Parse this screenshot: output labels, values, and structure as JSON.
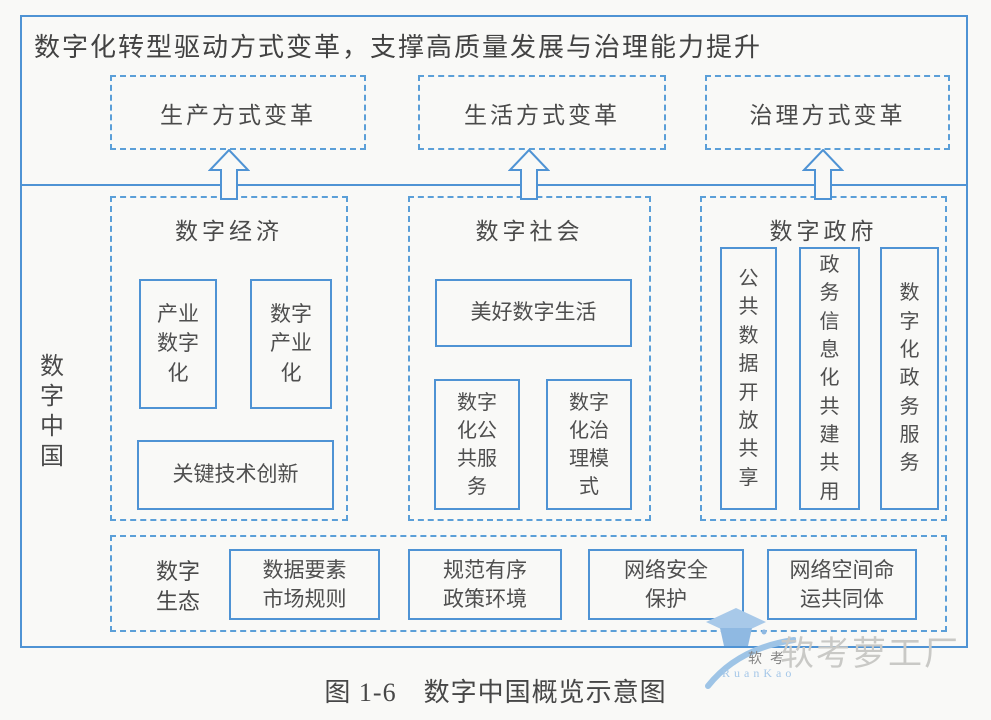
{
  "figure": {
    "caption": "图 1-6　数字中国概览示意图"
  },
  "diagram": {
    "header": "数字化转型驱动方式变革，支撑高质量发展与治理能力提升",
    "outcomes": [
      "生产方式变革",
      "生活方式变革",
      "治理方式变革"
    ],
    "side_label": "数字中国",
    "columns": [
      {
        "title": "数字经济",
        "items": [
          "产业数字化",
          "数字产业化",
          "关键技术创新"
        ]
      },
      {
        "title": "数字社会",
        "items": [
          "美好数字生活",
          "数字化公共服务",
          "数字化治理模式"
        ]
      },
      {
        "title": "数字政府",
        "items": [
          "公共数据开放共享",
          "政务信息化共建共用",
          "数字化政务服务"
        ]
      }
    ],
    "ecosystem": {
      "label": "数字生态",
      "items": [
        "数据要素市场规则",
        "规范有序政策环境",
        "网络安全保护",
        "网络空间命运共同体"
      ]
    }
  },
  "watermark": {
    "brand": "软考萝工厂",
    "name_cn": "软考",
    "name_en": "RuanKao"
  },
  "colors": {
    "line_solid": "#4f93d4",
    "line_dashed": "#5b9fd8",
    "text": "#4d4d4d",
    "background": "#f9f9f7",
    "watermark_gray": "#c9c9c6",
    "watermark_blue": "#a5c7e8"
  }
}
